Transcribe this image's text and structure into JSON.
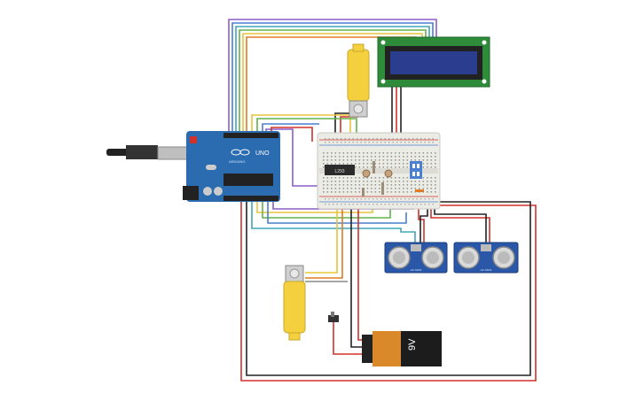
{
  "board": {
    "label": "UNO",
    "brand": "ARDUINO",
    "color": "#2b6cb0"
  },
  "lcd": {
    "line1": "",
    "line2": "",
    "backlight": "#2a3d8f",
    "pcb": "#2e8b3a"
  },
  "battery": {
    "label": "9V",
    "color": "#d9892a"
  },
  "driver_chip": {
    "label": "L293"
  },
  "sensors": [
    {
      "name": "ultrasonic-sensor-1",
      "label": "HC-SR04"
    },
    {
      "name": "ultrasonic-sensor-2",
      "label": "HC-SR04"
    }
  ],
  "colors": {
    "wire_red": "#d0312d",
    "wire_black": "#222222",
    "wire_yellow": "#e8c33b",
    "wire_orange": "#e07b26",
    "wire_green": "#62b24a",
    "wire_blue": "#4a7fd1",
    "wire_purple": "#8b5fc7",
    "wire_teal": "#3fa7b5",
    "wire_grey": "#8a8a8a",
    "motor_yellow": "#f4d03f",
    "breadboard": "#ecece6"
  }
}
